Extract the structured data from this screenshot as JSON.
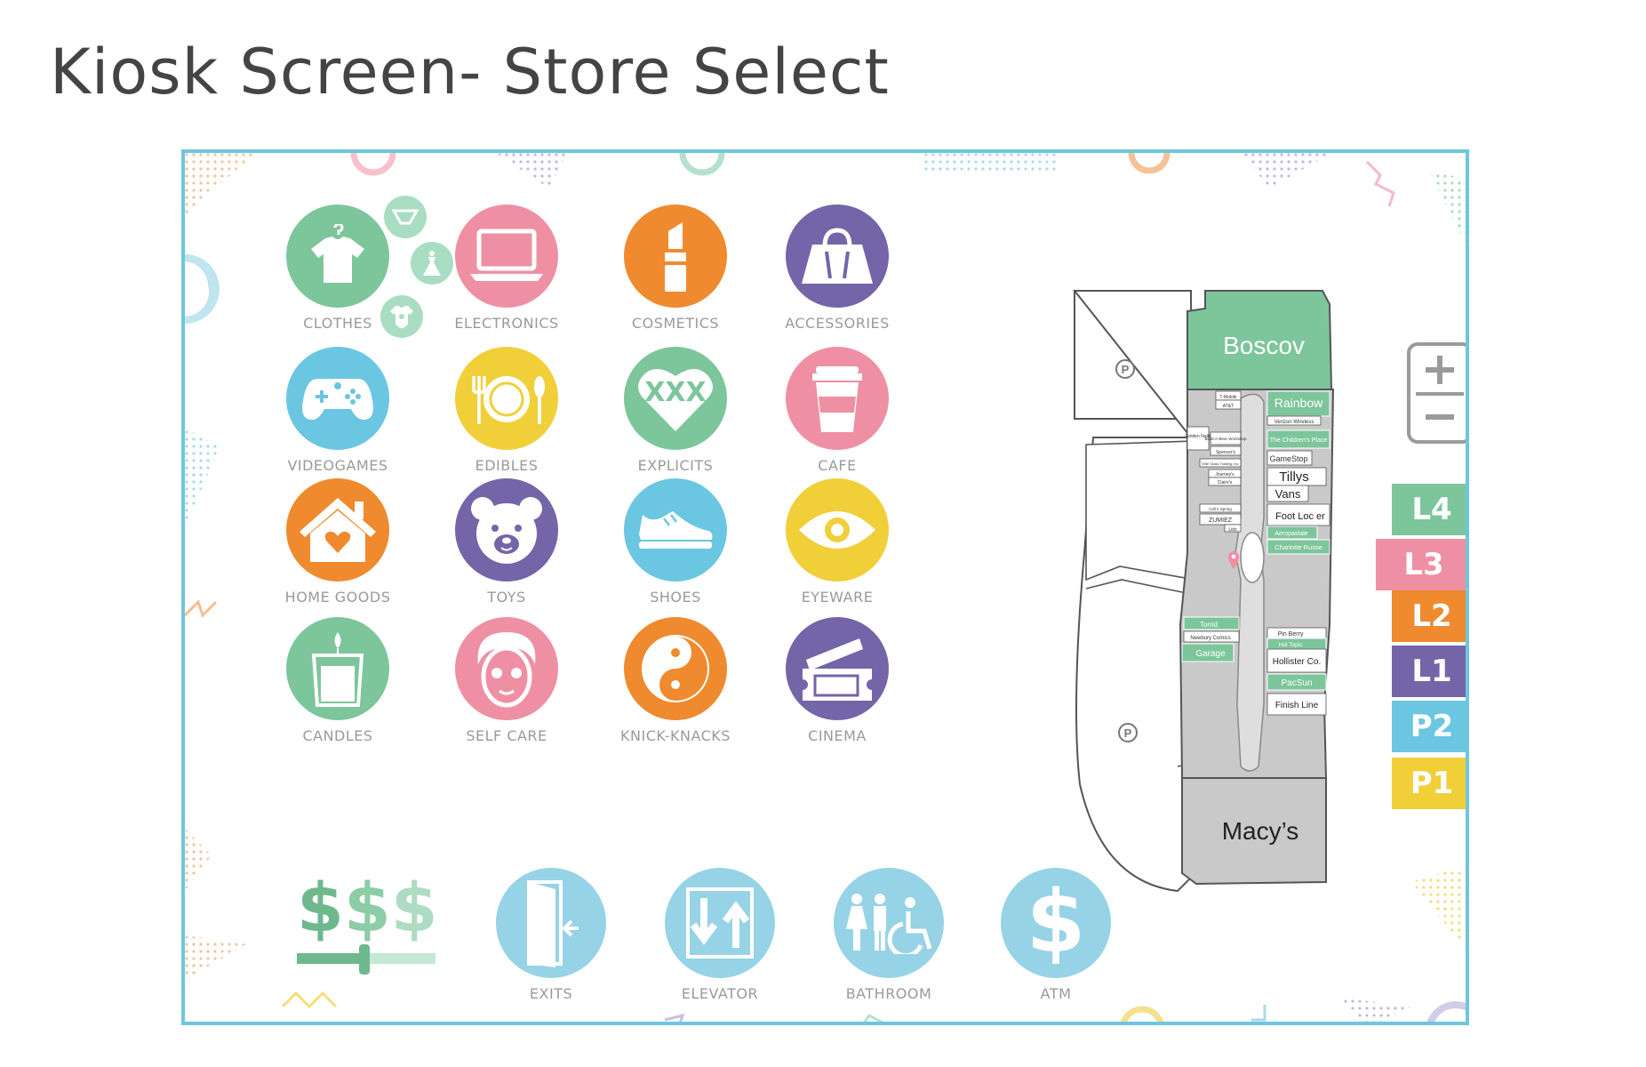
{
  "page": {
    "title": "Kiosk Screen- Store Select"
  },
  "categories": [
    {
      "label": "CLOTHES",
      "color": "#7dc59b",
      "icon": "tshirt-icon"
    },
    {
      "label": "ELECTRONICS",
      "color": "#ef8fa3",
      "icon": "laptop-icon"
    },
    {
      "label": "COSMETICS",
      "color": "#ef8a2e",
      "icon": "lipstick-icon"
    },
    {
      "label": "ACCESSORIES",
      "color": "#7464a8",
      "icon": "handbag-icon"
    },
    {
      "label": "VIDEOGAMES",
      "color": "#6bc6e2",
      "icon": "gamepad-icon"
    },
    {
      "label": "EDIBLES",
      "color": "#f0cf39",
      "icon": "plate-icon"
    },
    {
      "label": "EXPLICITS",
      "color": "#7dc59b",
      "icon": "heart-xxx-icon"
    },
    {
      "label": "CAFE",
      "color": "#ef8fa3",
      "icon": "coffee-cup-icon"
    },
    {
      "label": "HOME GOODS",
      "color": "#ef8a2e",
      "icon": "house-icon"
    },
    {
      "label": "TOYS",
      "color": "#7464a8",
      "icon": "teddy-bear-icon"
    },
    {
      "label": "SHOES",
      "color": "#6bc6e2",
      "icon": "sneaker-icon"
    },
    {
      "label": "EYEWARE",
      "color": "#f0cf39",
      "icon": "eye-icon"
    },
    {
      "label": "CANDLES",
      "color": "#7dc59b",
      "icon": "candle-icon"
    },
    {
      "label": "SELF CARE",
      "color": "#ef8fa3",
      "icon": "face-mask-icon"
    },
    {
      "label": "KNICK-KNACKS",
      "color": "#ef8a2e",
      "icon": "yin-yang-icon"
    },
    {
      "label": "CINEMA",
      "color": "#7464a8",
      "icon": "ticket-icon"
    }
  ],
  "clothes_sub": [
    {
      "icon": "underwear-icon"
    },
    {
      "icon": "dress-icon"
    },
    {
      "icon": "onesie-icon"
    }
  ],
  "price_filter": {
    "icon": "price-slider-icon",
    "symbols": [
      "$",
      "$",
      "$"
    ]
  },
  "amenities": [
    {
      "label": "EXITS",
      "icon": "exit-door-icon"
    },
    {
      "label": "ELEVATOR",
      "icon": "elevator-icon"
    },
    {
      "label": "BATHROOM",
      "icon": "restroom-icon"
    },
    {
      "label": "ATM",
      "icon": "dollar-icon"
    }
  ],
  "amenity_color": "#96d3e6",
  "zoom": {
    "plus": "+",
    "minus": "−"
  },
  "levels": [
    {
      "label": "L4",
      "color": "#7dc59b"
    },
    {
      "label": "L3",
      "color": "#ef8fa3"
    },
    {
      "label": "L2",
      "color": "#ef8a2e"
    },
    {
      "label": "L1",
      "color": "#7464a8"
    },
    {
      "label": "P2",
      "color": "#6bc6e2"
    },
    {
      "label": "P1",
      "color": "#f0cf39"
    }
  ],
  "map": {
    "anchors": {
      "north": "Boscov",
      "south": "Macy’s"
    },
    "parking": "P",
    "stores_right": [
      "Rainbow",
      "Verizon Wireless",
      "The Children’s Place",
      "GameStop",
      "Tillys",
      "Vans",
      "Foot Loc  er",
      "Aeropastale",
      "Charlotte Russe",
      "Pin  Berry",
      "Hot Topic",
      "Hollister Co.",
      "PacSun",
      "Finish Line"
    ],
    "stores_left": [
      "T-Mobile",
      "AT&T",
      "Golden Nails",
      "Build-A-Bear Workshop",
      "Spencer's",
      "Elite Glass Trading, Inc",
      "Journey's",
      "Claire's",
      "Cell it Spring",
      "ZUMIEZ",
      "Lids",
      "Torrid",
      "Newbury Comics",
      "Garage"
    ]
  }
}
